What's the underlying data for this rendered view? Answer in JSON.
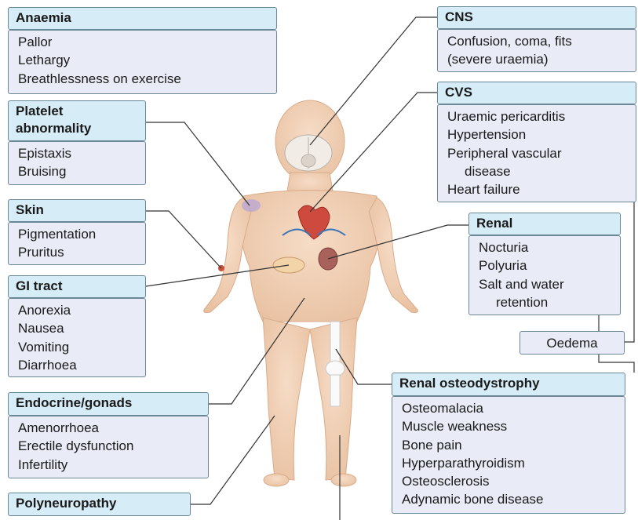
{
  "boxes": {
    "anaemia": {
      "title": "Anaemia",
      "items": [
        "Pallor",
        "Lethargy",
        "Breathlessness on exercise"
      ]
    },
    "platelet": {
      "title_lines": [
        "Platelet",
        "abnormality"
      ],
      "items": [
        "Epistaxis",
        "Bruising"
      ]
    },
    "skin": {
      "title": "Skin",
      "items": [
        "Pigmentation",
        "Pruritus"
      ]
    },
    "gi": {
      "title": "GI tract",
      "items": [
        "Anorexia",
        "Nausea",
        "Vomiting",
        "Diarrhoea"
      ]
    },
    "endocrine": {
      "title": "Endocrine/gonads",
      "items": [
        "Amenorrhoea",
        "Erectile dysfunction",
        "Infertility"
      ]
    },
    "polyneuropathy": {
      "title": "Polyneuropathy"
    },
    "cns": {
      "title": "CNS",
      "items": [
        "Confusion, coma, fits",
        "(severe uraemia)"
      ]
    },
    "cvs": {
      "title": "CVS",
      "items": [
        "Uraemic pericarditis",
        "Hypertension",
        "Peripheral vascular",
        "disease",
        "Heart failure"
      ]
    },
    "renal": {
      "title": "Renal",
      "items": [
        "Nocturia",
        "Polyuria",
        "Salt and water",
        "retention"
      ]
    },
    "oedema": {
      "label": "Oedema"
    },
    "osteo": {
      "title": "Renal osteodystrophy",
      "items": [
        "Osteomalacia",
        "Muscle weakness",
        "Bone pain",
        "Hyperparathyroidism",
        "Osteosclerosis",
        "Adynamic bone disease"
      ]
    }
  },
  "colors": {
    "header_fill": "#d6ecf7",
    "body_fill": "#e9ebf6",
    "border": "#6a8796",
    "skin": "#efcfb4",
    "skin_outline": "#d9ab8a"
  }
}
